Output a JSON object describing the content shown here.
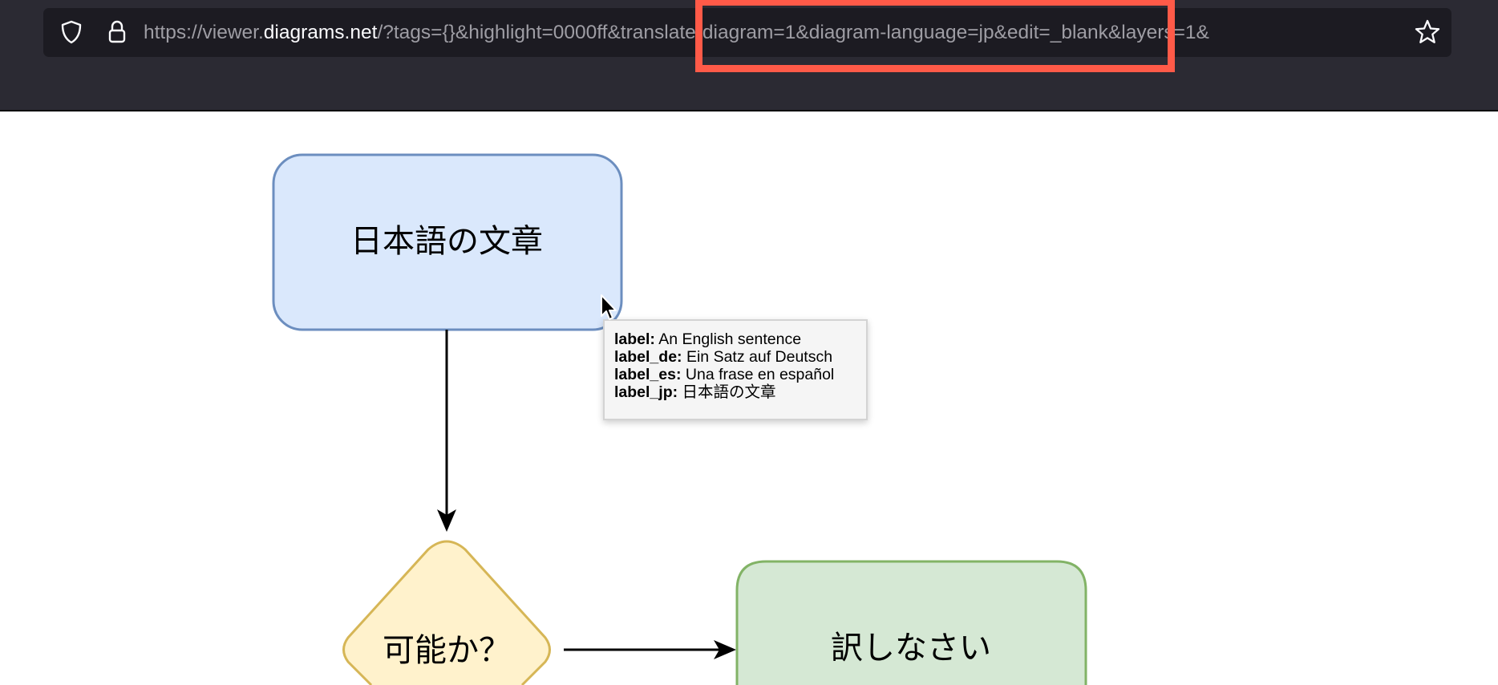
{
  "browser": {
    "url_prefix": "https://viewer.",
    "url_host": "diagrams.net",
    "url_rest": "/?tags={}&highlight=0000ff&translate-diagram=1&diagram-language=jp&edit=_blank&layers=1&",
    "icons": [
      "shield-icon",
      "lock-icon",
      "star-icon"
    ],
    "highlight_color": "#ff5a48"
  },
  "diagram": {
    "start_node": {
      "label": "日本語の文章",
      "fill": "#dae8fc",
      "stroke": "#6c8ebf"
    },
    "decision_node": {
      "label": "可能か？",
      "fill": "#fff2cc",
      "stroke": "#d6b656"
    },
    "action_node": {
      "label": "訳しなさい",
      "fill": "#d5e8d4",
      "stroke": "#82b366"
    }
  },
  "tooltip": {
    "rows": [
      {
        "key": "label:",
        "value": "An English sentence"
      },
      {
        "key": "label_de:",
        "value": "Ein Satz auf Deutsch"
      },
      {
        "key": "label_es:",
        "value": "Una frase en español"
      },
      {
        "key": "label_jp:",
        "value": "日本語の文章"
      }
    ]
  }
}
